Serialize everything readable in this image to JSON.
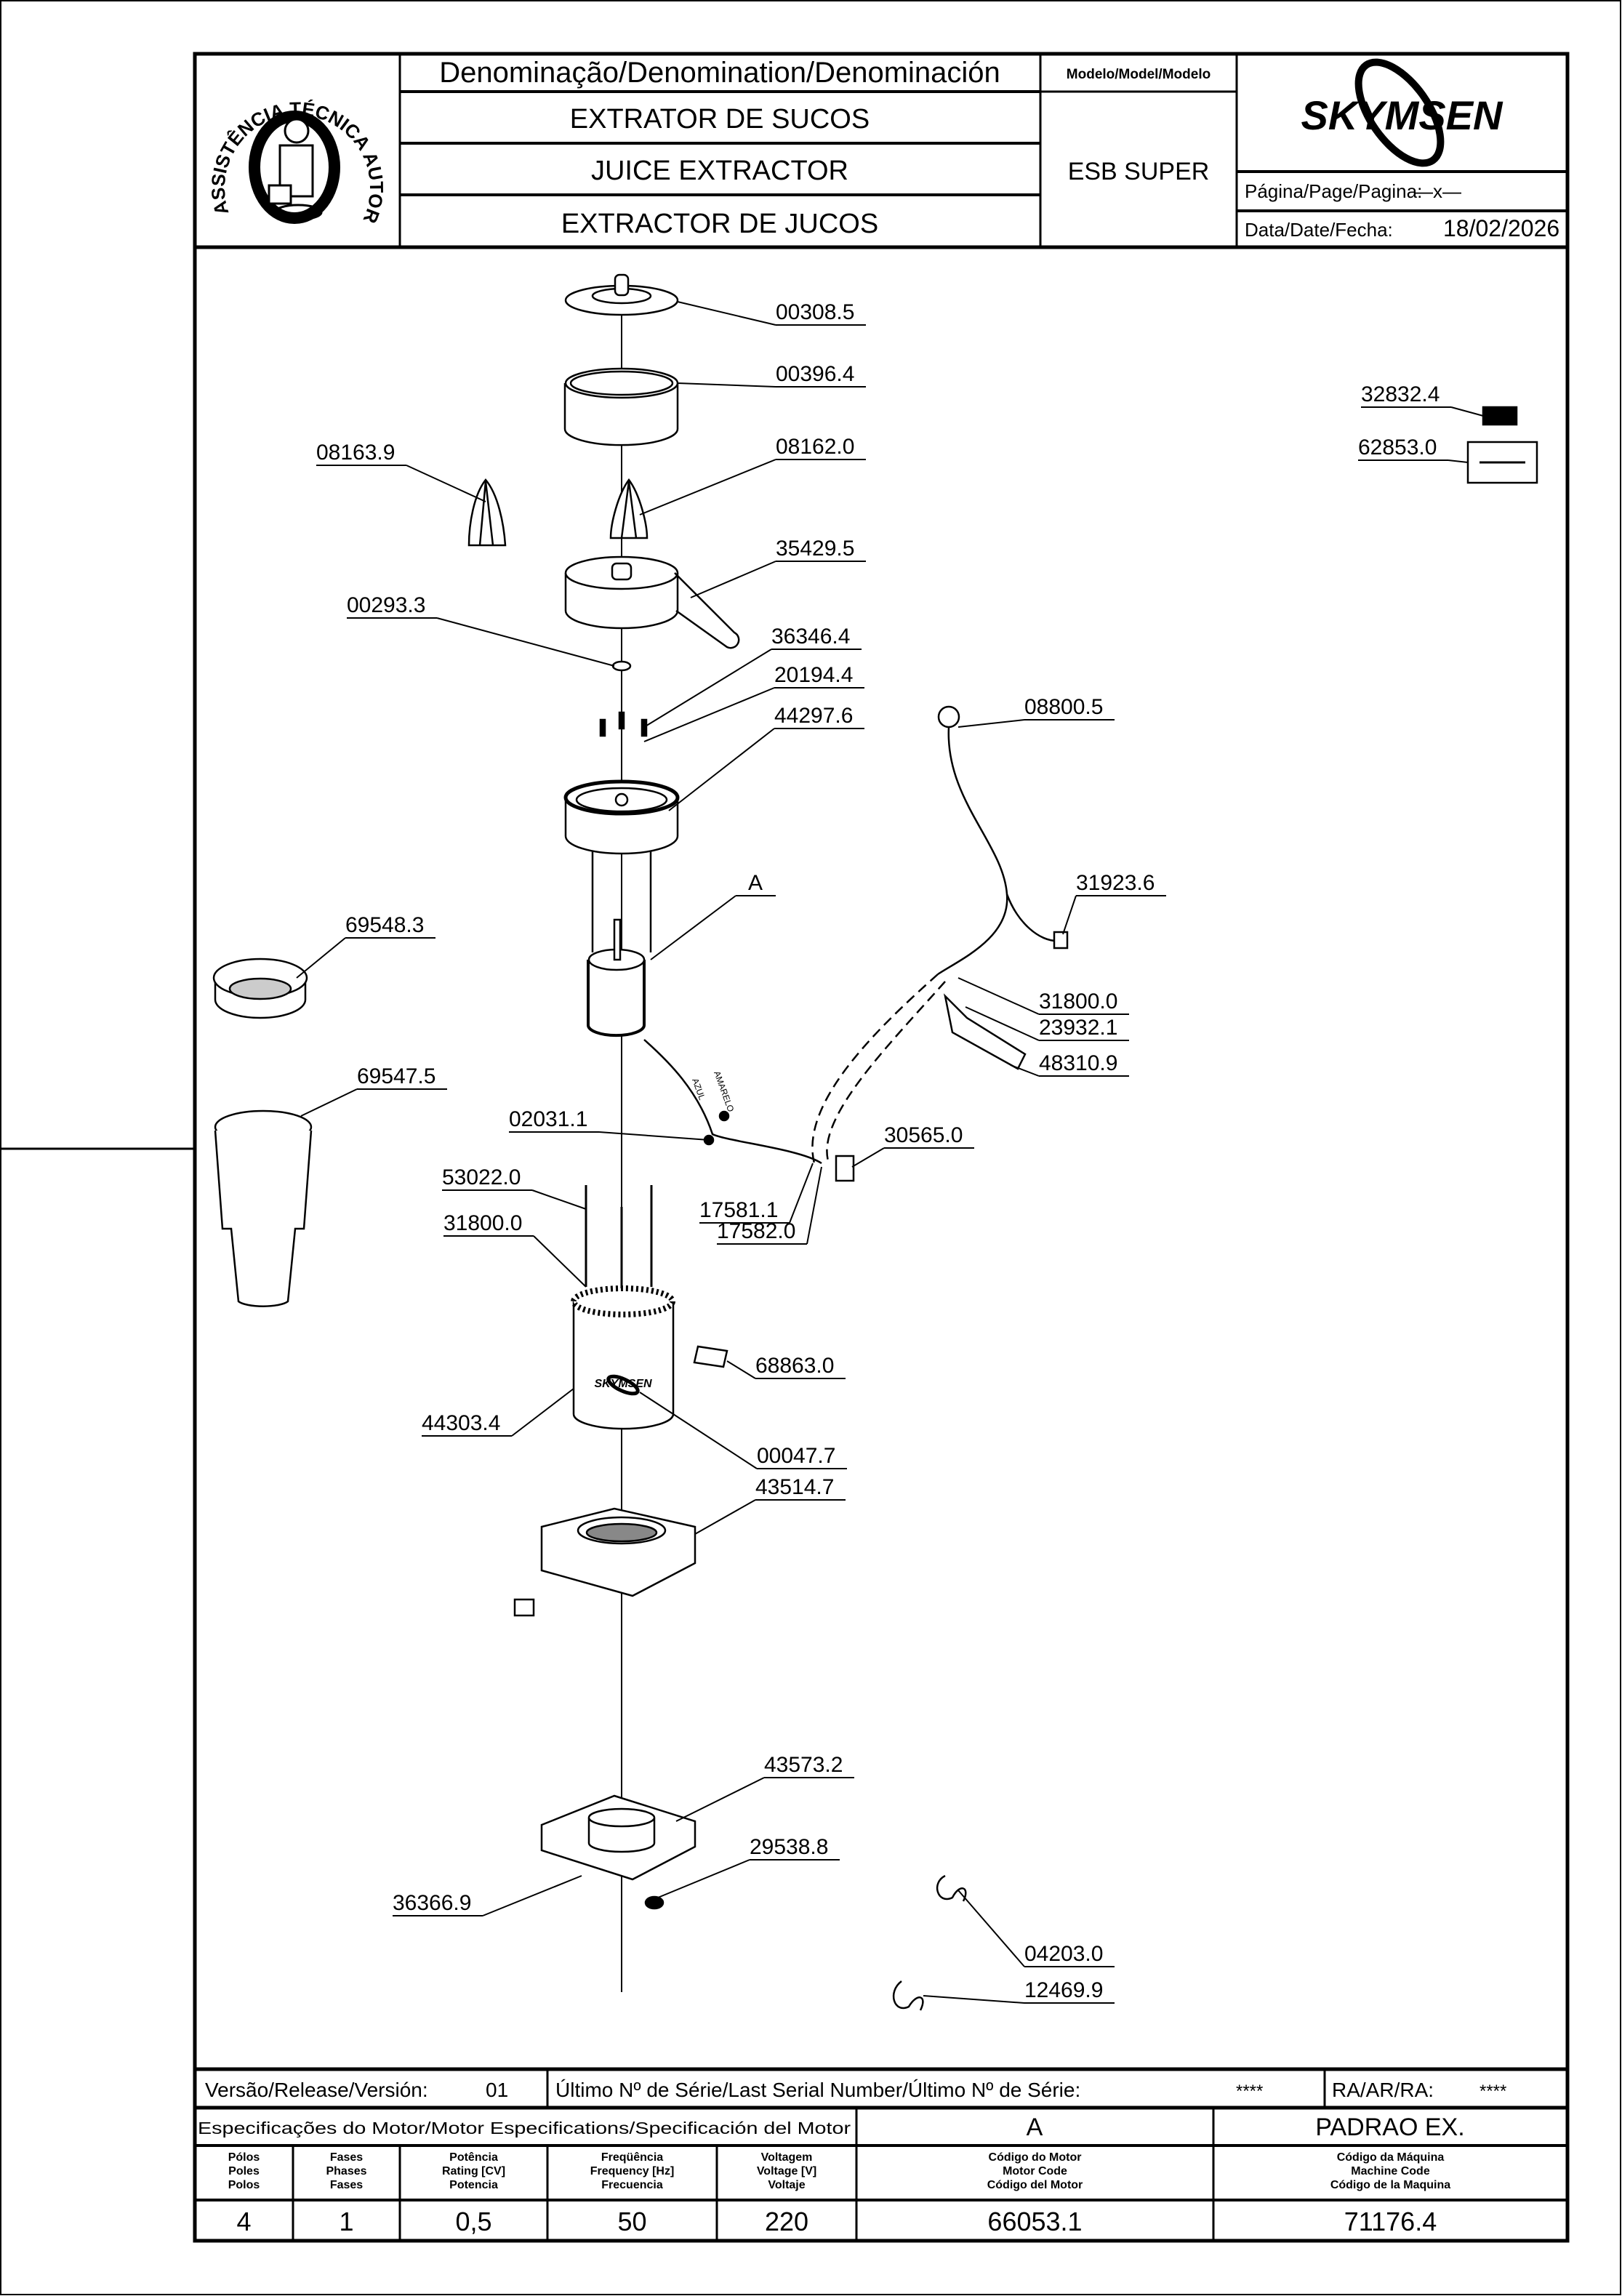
{
  "header": {
    "seal_text_top": "ASSISTÊNCIA TÉCNICA AUTORIZADA",
    "denomination_label": "Denominação/Denomination/Denominación",
    "name_pt": "EXTRATOR DE SUCOS",
    "name_en": "JUICE EXTRACTOR",
    "name_es": "EXTRACTOR DE JUCOS",
    "model_label": "Modelo/Model/Modelo",
    "model_value": "ESB SUPER",
    "brand_logo": "SKYMSEN",
    "page_label": "Página/Page/Pagina:",
    "page_value": "—x—",
    "date_label": "Data/Date/Fecha:",
    "date_value": "18/02/2026"
  },
  "parts": [
    "00308.5",
    "00396.4",
    "08163.9",
    "08162.0",
    "35429.5",
    "00293.3",
    "36346.4",
    "20194.4",
    "44297.6",
    "A",
    "08800.5",
    "31923.6",
    "31800.0",
    "23932.1",
    "48310.9",
    "69548.3",
    "69547.5",
    "02031.1",
    "30565.0",
    "17581.1",
    "17582.0",
    "53022.0",
    "31800.0",
    "68863.0",
    "44303.4",
    "00047.7",
    "43514.7",
    "43573.2",
    "29538.8",
    "36366.9",
    "04203.0",
    "12469.9",
    "32832.4",
    "62853.0"
  ],
  "wire_labels": {
    "yellow": "AMARELO",
    "blue": "AZUL"
  },
  "housing_logo": "SKYMSEN",
  "footer": {
    "release_label": "Versão/Release/Versión:",
    "release_value": "01",
    "serial_label": "Último Nº de Série/Last Serial Number/Último Nº de Série:",
    "serial_value": "****",
    "ra_label": "RA/AR/RA:",
    "ra_value": "****",
    "motor_spec_label": "Especificações do Motor/Motor Especifications/Specificación del Motor",
    "motor_variant": "A",
    "standard": "PADRAO EX.",
    "columns": [
      {
        "l1": "Pólos",
        "l2": "Poles",
        "l3": "Polos",
        "value": "4"
      },
      {
        "l1": "Fases",
        "l2": "Phases",
        "l3": "Fases",
        "value": "1"
      },
      {
        "l1": "Potência",
        "l2": "Rating [CV]",
        "l3": "Potencia",
        "value": "0,5"
      },
      {
        "l1": "Freqüência",
        "l2": "Frequency [Hz]",
        "l3": "Frecuencia",
        "value": "50"
      },
      {
        "l1": "Voltagem",
        "l2": "Voltage [V]",
        "l3": "Voltaje",
        "value": "220"
      },
      {
        "l1": "Código do Motor",
        "l2": "Motor Code",
        "l3": "Código del Motor",
        "value": "66053.1"
      },
      {
        "l1": "Código da Máquina",
        "l2": "Machine Code",
        "l3": "Código de la Maquina",
        "value": "71176.4"
      }
    ]
  }
}
